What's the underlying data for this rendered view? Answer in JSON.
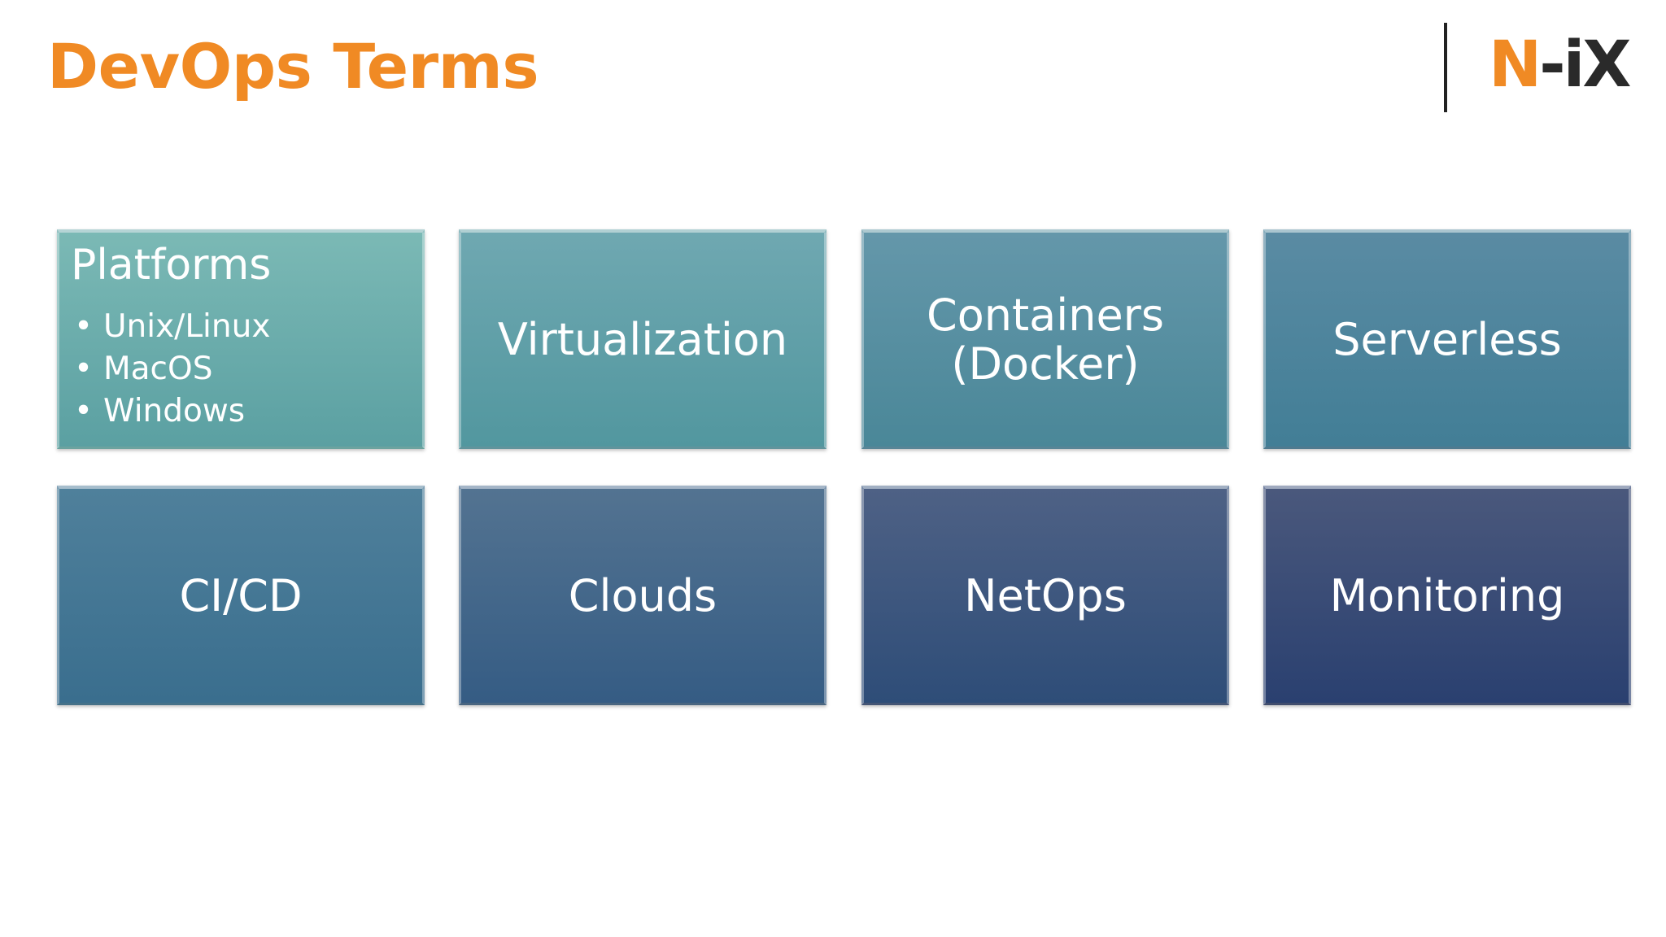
{
  "slide": {
    "title": "DevOps Terms",
    "logo": {
      "n": "N",
      "dash": "-",
      "ix": "iX"
    }
  },
  "tiles": [
    {
      "name": "tile-platforms",
      "title": "Platforms",
      "items": [
        "Unix/Linux",
        "MacOS",
        "Windows"
      ],
      "gradient": [
        "#7BB9B5",
        "#5BA0A2"
      ]
    },
    {
      "name": "tile-virtualization",
      "label": "Virtualization",
      "gradient": [
        "#6FA8B1",
        "#52979F"
      ]
    },
    {
      "name": "tile-containers",
      "label": "Containers (Docker)",
      "gradient": [
        "#6497AA",
        "#4A8798"
      ]
    },
    {
      "name": "tile-serverless",
      "label": "Serverless",
      "gradient": [
        "#5A8BA3",
        "#427E96"
      ]
    },
    {
      "name": "tile-cicd",
      "label": "CI/CD",
      "gradient": [
        "#4F809B",
        "#3A6E8E"
      ]
    },
    {
      "name": "tile-clouds",
      "label": "Clouds",
      "gradient": [
        "#537391",
        "#355C84"
      ]
    },
    {
      "name": "tile-netops",
      "label": "NetOps",
      "gradient": [
        "#4E6185",
        "#2E4D78"
      ]
    },
    {
      "name": "tile-monitoring",
      "label": "Monitoring",
      "gradient": [
        "#4A587C",
        "#2A4070"
      ]
    }
  ],
  "colors": {
    "title": "#F08A24",
    "logo_accent": "#F08A24",
    "logo_dark": "#2a2a2a",
    "tile_text": "#ffffff"
  }
}
